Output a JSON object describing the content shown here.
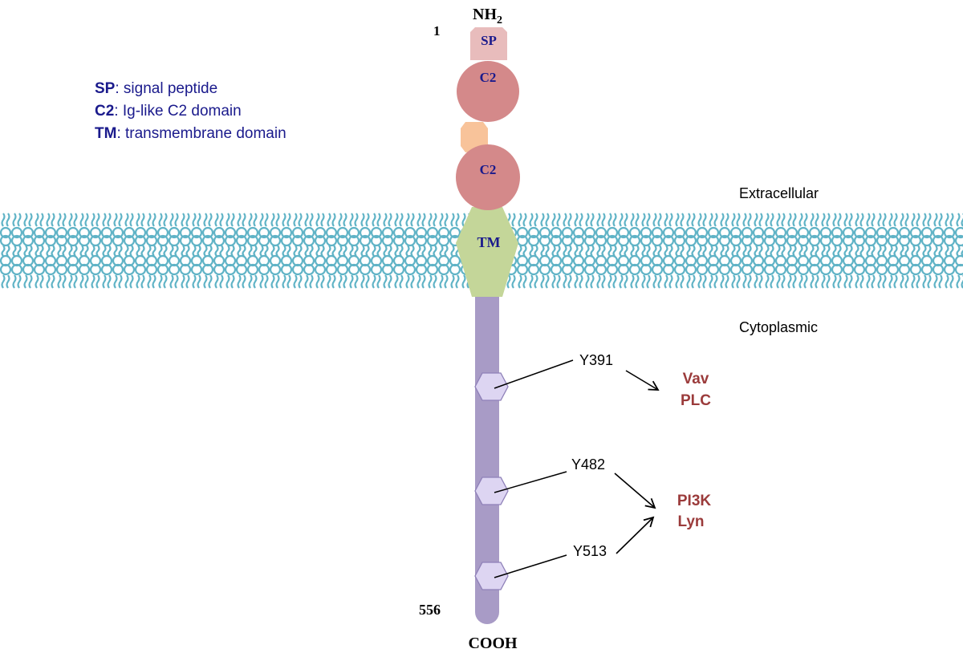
{
  "terminals": {
    "n_terminus": "NH",
    "n_terminus_sub": "2",
    "c_terminus": "COOH",
    "start_residue": "1",
    "end_residue": "556"
  },
  "domains": {
    "signal_peptide": "SP",
    "c2_first": "C2",
    "c2_second": "C2",
    "transmembrane": "TM"
  },
  "legend": [
    {
      "abbr": "SP",
      "text": ": signal peptide"
    },
    {
      "abbr": "C2",
      "text": ": Ig-like C2 domain"
    },
    {
      "abbr": "TM",
      "text": ": transmembrane domain"
    }
  ],
  "regions": {
    "extracellular": "Extracellular",
    "cytoplasmic": "Cytoplasmic"
  },
  "tyrosines": [
    {
      "label": "Y391"
    },
    {
      "label": "Y482"
    },
    {
      "label": "Y513"
    }
  ],
  "partners": {
    "group1": [
      "Vav",
      "PLC"
    ],
    "group2": [
      "PI3K",
      "Lyn"
    ]
  },
  "colors": {
    "signal_peptide": "#e8bcbc",
    "c2_domain": "#d4898a",
    "linker": "#f8c39a",
    "transmembrane": "#c4d699",
    "cytoplasmic_tail": "#a89bc6",
    "phospho_site": "#ddd5f2",
    "membrane": "#5fb3c6",
    "domain_text": "#1a1a8c",
    "partner_text": "#9b3b3b"
  }
}
